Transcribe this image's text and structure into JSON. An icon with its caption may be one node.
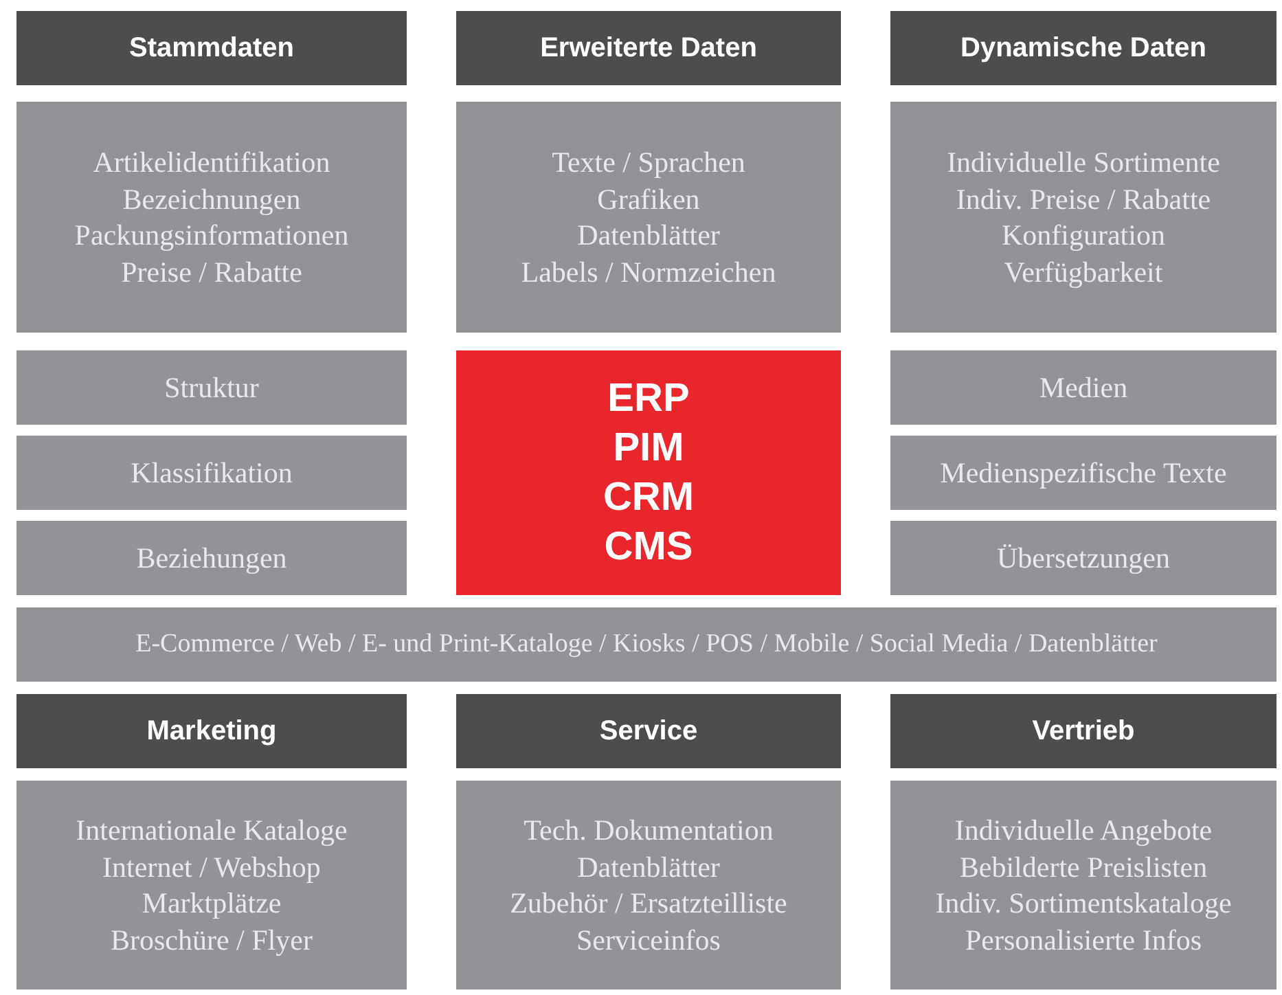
{
  "diagram": {
    "nodes": [
      {
        "text": [
          "Stammdaten"
        ]
      },
      {
        "text": [
          "Erweiterte Daten"
        ]
      },
      {
        "text": [
          "Dynamische Daten"
        ]
      },
      {
        "text": [
          "Artikelidentifikation",
          "Bezeichnungen",
          "Packungsinformationen",
          "Preise / Rabatte"
        ]
      },
      {
        "text": [
          "Texte / Sprachen",
          "Grafiken",
          "Datenblätter",
          "Labels / Normzeichen"
        ]
      },
      {
        "text": [
          "Individuelle Sortimente",
          "Indiv. Preise / Rabatte",
          "Konfiguration",
          "Verfügbarkeit"
        ]
      },
      {
        "text": [
          "Struktur"
        ]
      },
      {
        "text": [
          "ERP",
          "PIM",
          "CRM",
          "CMS"
        ]
      },
      {
        "text": [
          "Medien"
        ]
      },
      {
        "text": [
          "Klassifikation"
        ]
      },
      {
        "text": [
          "Medienspezifische Texte"
        ]
      },
      {
        "text": [
          "Beziehungen"
        ]
      },
      {
        "text": [
          "Übersetzungen"
        ]
      },
      {
        "text": [
          "E-Commerce / Web / E- und Print-Kataloge / Kiosks / POS / Mobile / Social Media / Datenblätter"
        ]
      },
      {
        "text": [
          "Marketing"
        ]
      },
      {
        "text": [
          "Service"
        ]
      },
      {
        "text": [
          "Vertrieb"
        ]
      },
      {
        "text": [
          "Internationale Kataloge",
          "Internet / Webshop",
          "Marktplätze",
          "Broschüre / Flyer"
        ]
      },
      {
        "text": [
          "Tech. Dokumentation",
          "Datenblätter",
          "Zubehör / Ersatzteilliste",
          "Serviceinfos"
        ]
      },
      {
        "text": [
          "Individuelle Angebote",
          "Bebilderte Preislisten",
          "Indiv. Sortimentskataloge",
          "Personalisierte Infos"
        ]
      }
    ]
  }
}
